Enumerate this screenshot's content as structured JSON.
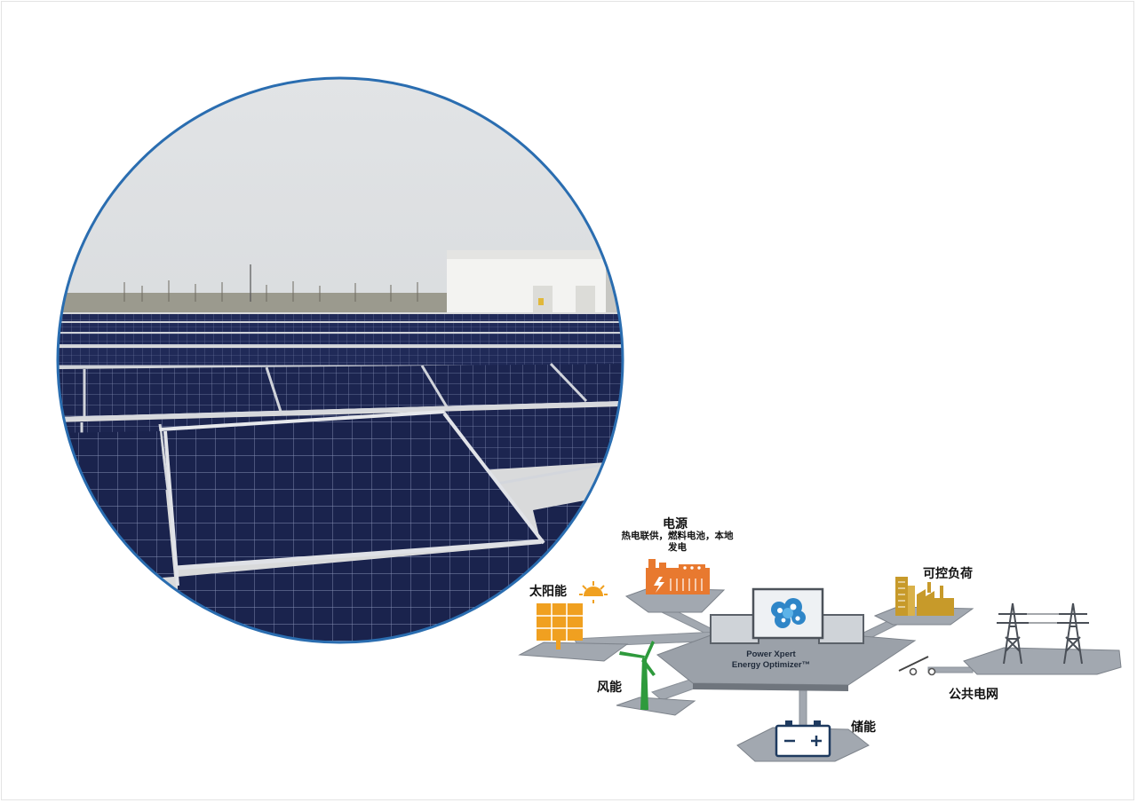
{
  "photo": {
    "description_icon": "solar-rooftop-photo"
  },
  "diagram": {
    "power_source": {
      "title": "电源",
      "subtitle": "热电联供，燃料电池，本地发电"
    },
    "solar": {
      "label": "太阳能"
    },
    "wind": {
      "label": "风能"
    },
    "storage": {
      "label": "储能"
    },
    "controllable_load": {
      "label": "可控负荷"
    },
    "public_grid": {
      "label": "公共电网"
    },
    "optimizer": {
      "line1": "Power Xpert",
      "line2": "Energy Optimizer™"
    },
    "colors": {
      "platform": "#9aa0a8",
      "platform_dark": "#6f757d",
      "accent_orange": "#e8792f",
      "solar_orange": "#f0a020",
      "wind_green": "#2e9a3c",
      "load_gold": "#c79a2a",
      "navy": "#1e3a5f",
      "circle_border": "#2a6db0"
    }
  }
}
